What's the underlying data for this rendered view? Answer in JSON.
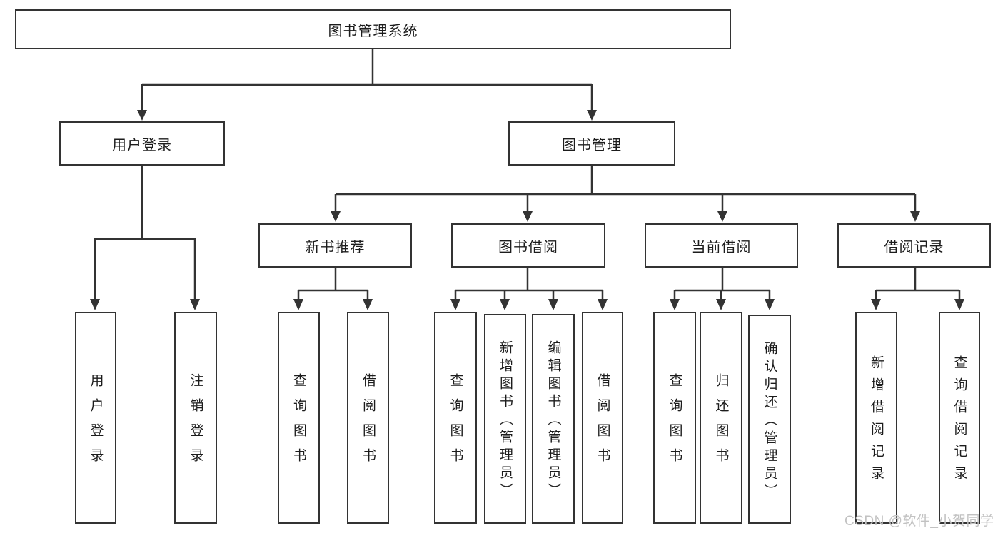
{
  "diagram": {
    "root": "图书管理系统",
    "level2": [
      "用户登录",
      "图书管理"
    ],
    "level3": [
      "新书推荐",
      "图书借阅",
      "当前借阅",
      "借阅记录"
    ],
    "leaves": {
      "user_login": [
        "用户登录",
        "注销登录"
      ],
      "new_books": [
        "查询图书",
        "借阅图书"
      ],
      "book_borrow": [
        "查询图书",
        "新增图书（管理员）",
        "编辑图书（管理员）",
        "借阅图书"
      ],
      "current_borrow": [
        "查询图书",
        "归还图书",
        "确认归还（管理员）"
      ],
      "borrow_records": [
        "新增借阅记录",
        "查询借阅记录"
      ]
    }
  },
  "watermark": "CSDN @软件_小贺同学",
  "colors": {
    "line": "#333333",
    "text": "#1c1c1c",
    "watermark": "#c2c2c2",
    "background": "#ffffff"
  }
}
